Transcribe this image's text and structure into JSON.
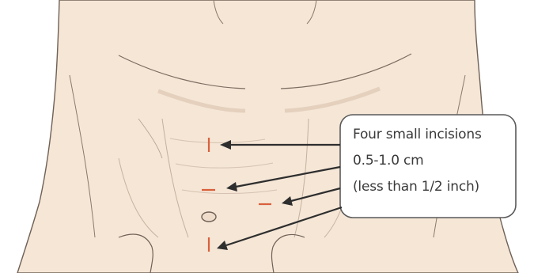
{
  "callout": {
    "line1": "Four small incisions",
    "line2": "0.5-1.0 cm",
    "line3": "(less than 1/2 inch)"
  },
  "colors": {
    "skin": "#f5e6d6",
    "skin_shadow": "#e8d2bc",
    "outline": "#6f6157",
    "incision": "#d9603b",
    "arrow": "#2e2e2e",
    "callout_border": "#5a5a5a",
    "callout_fill": "#ffffff"
  }
}
